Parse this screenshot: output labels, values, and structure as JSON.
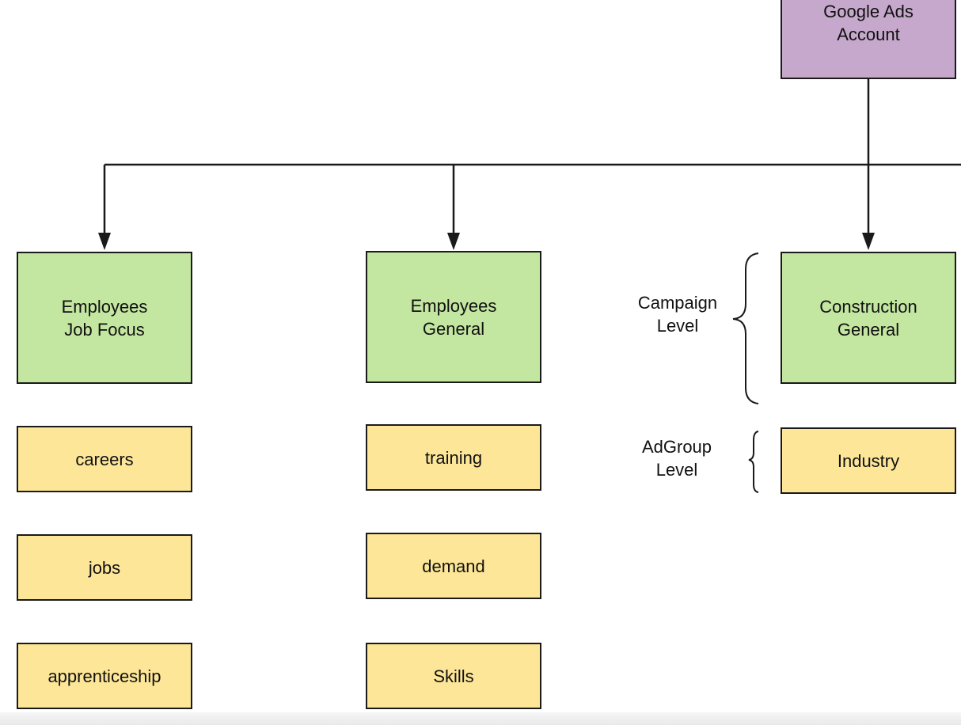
{
  "account": {
    "label": "Google Ads\nAccount",
    "color": "#c5a8cb"
  },
  "campaigns": [
    {
      "label": "Employees\nJob Focus",
      "adgroups": [
        "careers",
        "jobs",
        "apprenticeship"
      ]
    },
    {
      "label": "Employees\nGeneral",
      "adgroups": [
        "training",
        "demand",
        "Skills"
      ]
    },
    {
      "label": "Construction\nGeneral",
      "adgroups": [
        "Industry"
      ]
    }
  ],
  "levels": {
    "campaign": "Campaign\nLevel",
    "adgroup": "AdGroup\nLevel"
  },
  "colors": {
    "campaign_fill": "#c3e6a0",
    "adgroup_fill": "#fde697",
    "stroke": "#1a1a1a"
  }
}
